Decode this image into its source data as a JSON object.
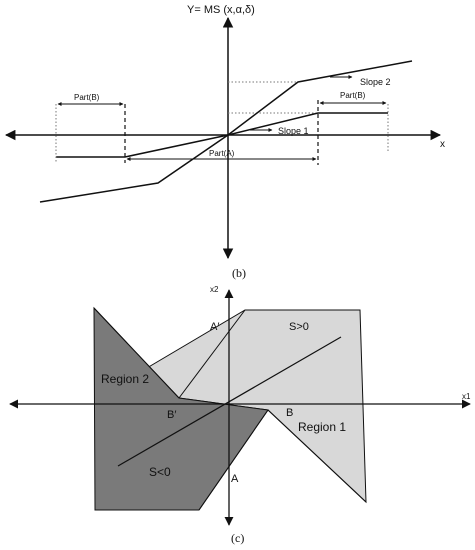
{
  "panel_b": {
    "y_axis_label": "Y= MS (x,α,δ)",
    "x_axis_label": "x",
    "slope1_label": "Slope 1",
    "slope2_label": "Slope 2",
    "part_a_label": "Part(A)",
    "part_b_left_label": "Part(B)",
    "part_b_right_label": "Part(B)",
    "caption": "(b)"
  },
  "panel_c": {
    "y_axis_label": "x2",
    "x_axis_label": "x1",
    "a_prime": "A′",
    "b_prime": "B′",
    "point_a": "A",
    "point_b": "B",
    "s_pos": "S>0",
    "s_neg": "S<0",
    "region1": "Region 1",
    "region2": "Region 2",
    "caption": "(c)"
  },
  "colors": {
    "dark_region": "#7a7a7a",
    "light_region": "#d8d8d8",
    "line": "#111111",
    "dotted": "#777777"
  }
}
